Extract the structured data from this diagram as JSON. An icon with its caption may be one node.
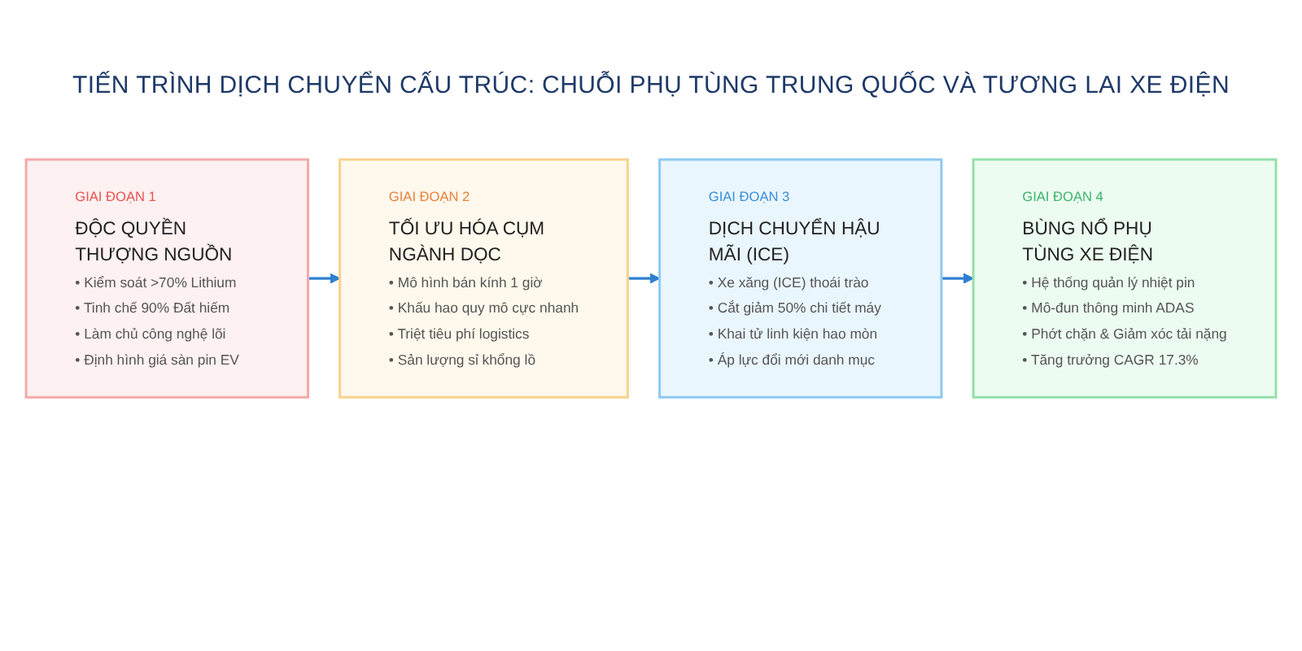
{
  "diagram": {
    "title": "TIẾN TRÌNH DỊCH CHUYỂN CẤU TRÚC: CHUỖI PHỤ TÙNG TRUNG QUỐC VÀ TƯƠNG LAI XE ĐIỆN",
    "nodes": [
      {
        "text": [
          "GIAI ĐOẠN 1",
          "ĐỘC QUYỀN THƯỢNG NGUỒN",
          "• Kiểm soát >70% Lithium",
          "• Tinh chế 90% Đất hiếm",
          "• Làm chủ công nghệ lõi",
          "• Định hình giá sàn pin EV"
        ]
      },
      {
        "text": [
          "GIAI ĐOẠN 2",
          "TỐI ƯU HÓA CỤM NGÀNH DỌC",
          "• Mô hình bán kính 1 giờ",
          "• Khấu hao quy mô cực nhanh",
          "• Triệt tiêu phí logistics",
          "• Sản lượng sỉ khổng lồ"
        ]
      },
      {
        "text": [
          "GIAI ĐOẠN 3",
          "DỊCH CHUYỂN HẬU MÃI (ICE)",
          "• Xe xăng (ICE) thoái trào",
          "• Cắt giảm 50% chi tiết máy",
          "• Khai tử linh kiện hao mòn",
          "• Áp lực đổi mới danh mục"
        ]
      },
      {
        "text": [
          "GIAI ĐOẠN 4",
          "BÙNG NỔ PHỤ TÙNG XE ĐIỆN",
          "• Hệ thống quản lý nhiệt pin",
          "• Mô-đun thông minh ADAS",
          "• Phớt chặn & Giảm xóc tải nặng",
          "• Tăng trưởng CAGR 17.3%"
        ]
      }
    ],
    "edges": [
      {
        "from": 0,
        "to": 1,
        "arrow": "to"
      },
      {
        "from": 1,
        "to": 2,
        "arrow": "to"
      },
      {
        "from": 2,
        "to": 3,
        "arrow": "to"
      }
    ]
  }
}
